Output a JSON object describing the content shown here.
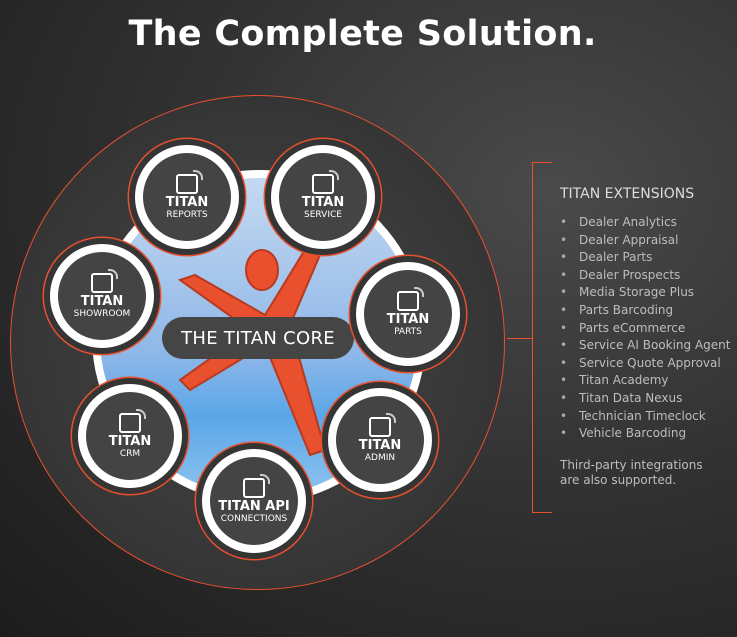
{
  "title": "The Complete Solution.",
  "core": {
    "label": "THE TITAN CORE"
  },
  "nodes": [
    {
      "brand": "TITAN",
      "name": "REPORTS",
      "icon": "elephant-icon"
    },
    {
      "brand": "TITAN",
      "name": "SERVICE",
      "icon": "car-service-icon"
    },
    {
      "brand": "TITAN",
      "name": "PARTS",
      "icon": "parts-icon"
    },
    {
      "brand": "TITAN",
      "name": "ADMIN",
      "icon": "document-camera-icon"
    },
    {
      "brand": "TITAN API",
      "name": "CONNECTIONS",
      "icon": "api-icon"
    },
    {
      "brand": "TITAN",
      "name": "CRM",
      "icon": "people-icon"
    },
    {
      "brand": "TITAN",
      "name": "SHOWROOM",
      "icon": "car-showroom-icon"
    }
  ],
  "extensions": {
    "title": "TITAN EXTENSIONS",
    "bullet": "•",
    "items": [
      "Dealer Analytics",
      "Dealer Appraisal",
      "Dealer Parts",
      "Dealer Prospects",
      "Media Storage Plus",
      "Parts Barcoding",
      "Parts eCommerce",
      "Service AI Booking Agent",
      "Service Quote Approval",
      "Titan Academy",
      "Titan Data Nexus",
      "Technician Timeclock",
      "Vehicle Barcoding"
    ],
    "note": "Third-party integrations are also supported."
  },
  "colors": {
    "accent": "#e8502e",
    "node": "#444444"
  }
}
